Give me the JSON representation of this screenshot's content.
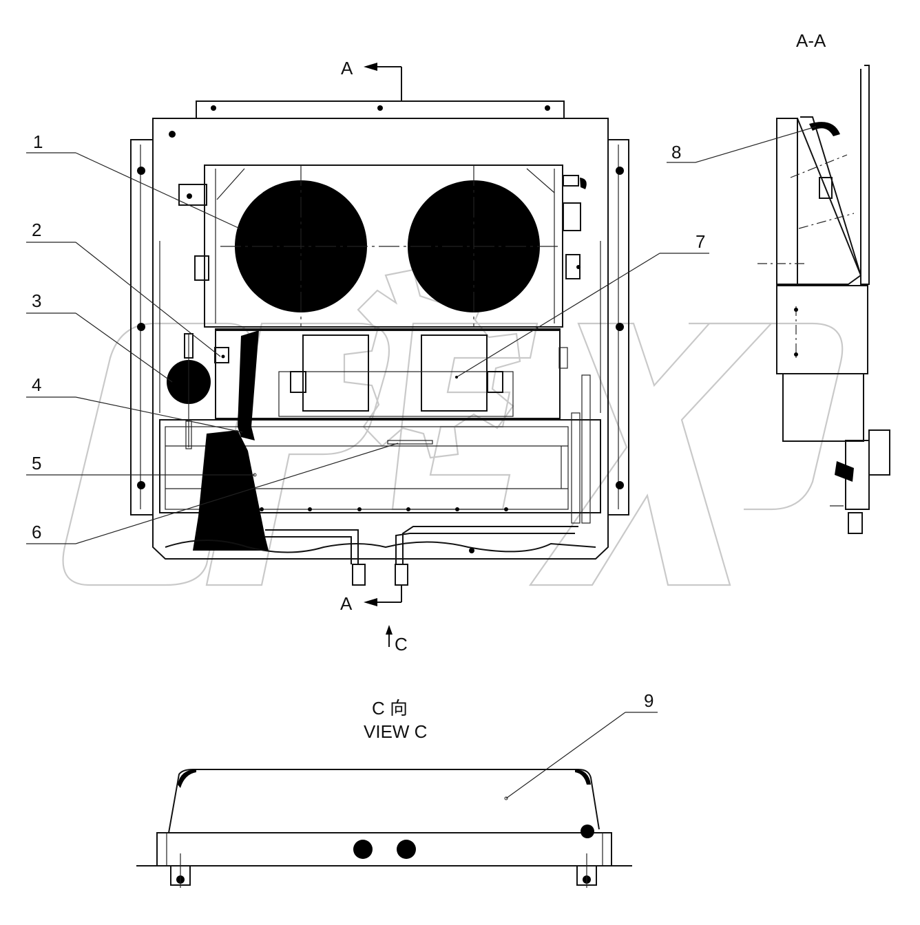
{
  "drawing": {
    "section_arrow_top": "A",
    "section_arrow_bottom": "A",
    "view_arrow": "C",
    "section_title": "A-A",
    "view_title_cn": "C 向",
    "view_title_en": "VIEW C",
    "watermark": "OPEX"
  },
  "callouts": [
    {
      "id": "1",
      "label": "1"
    },
    {
      "id": "2",
      "label": "2"
    },
    {
      "id": "3",
      "label": "3"
    },
    {
      "id": "4",
      "label": "4"
    },
    {
      "id": "5",
      "label": "5"
    },
    {
      "id": "6",
      "label": "6"
    },
    {
      "id": "7",
      "label": "7"
    },
    {
      "id": "8",
      "label": "8"
    },
    {
      "id": "9",
      "label": "9"
    }
  ]
}
